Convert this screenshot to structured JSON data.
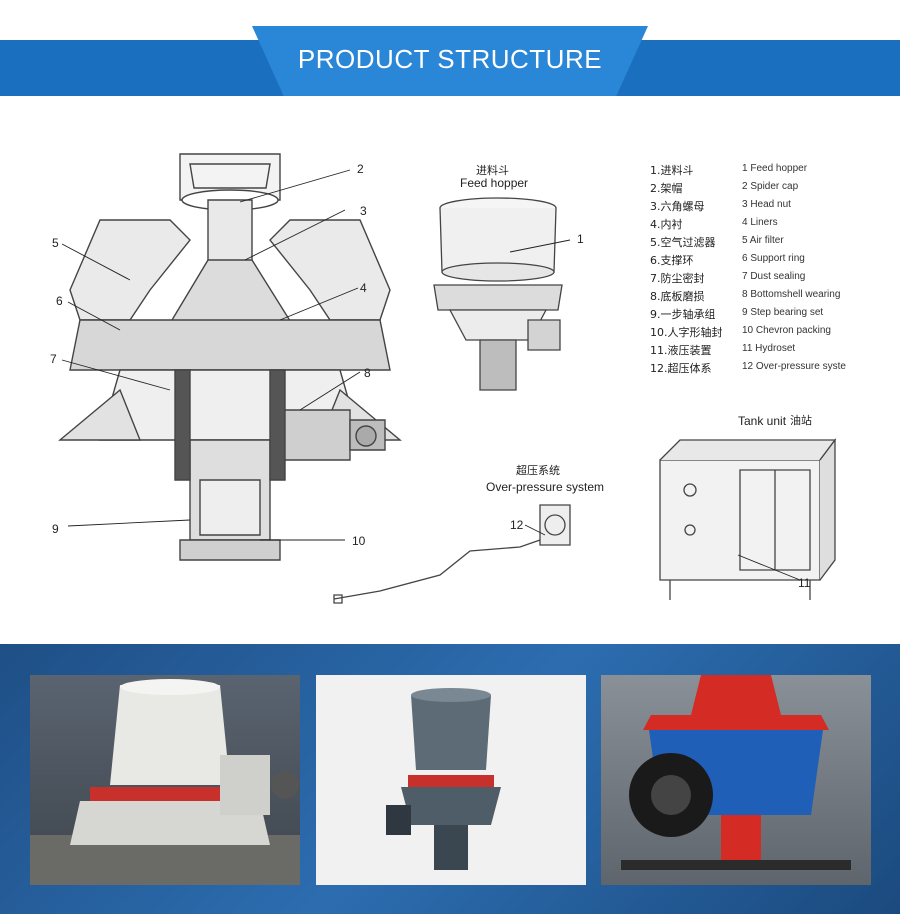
{
  "banner": {
    "title": "PRODUCT STRUCTURE"
  },
  "main_diagram": {
    "callouts": [
      "1",
      "2",
      "3",
      "4",
      "5",
      "6",
      "7",
      "8",
      "9",
      "10",
      "11",
      "12"
    ]
  },
  "feed_hopper": {
    "label_cn": "进料斗",
    "label_en": "Feed hopper"
  },
  "overpressure": {
    "label_cn": "超压系统",
    "label_en": "Over-pressure system"
  },
  "tank_unit": {
    "label_en": "Tank unit",
    "label_cn": "油站"
  },
  "parts": [
    {
      "cn": "1.进料斗",
      "en": "1    Feed hopper"
    },
    {
      "cn": "2.架帽",
      "en": "2    Spider cap"
    },
    {
      "cn": "3.六角螺母",
      "en": "3    Head nut"
    },
    {
      "cn": "4.内衬",
      "en": "4    Liners"
    },
    {
      "cn": "5.空气过滤器",
      "en": "5    Air filter"
    },
    {
      "cn": "6.支撑环",
      "en": "6    Support ring"
    },
    {
      "cn": "7.防尘密封",
      "en": "7    Dust sealing"
    },
    {
      "cn": "8.底板磨损",
      "en": "8    Bottomshell wearing"
    },
    {
      "cn": "9.一步轴承组",
      "en": "9    Step bearing set"
    },
    {
      "cn": "10.人字形轴封",
      "en": "10 Chevron packing"
    },
    {
      "cn": "11.液压装置",
      "en": "11 Hydroset"
    },
    {
      "cn": "12.超压体系",
      "en": "12 Over-pressure syste"
    }
  ],
  "colors": {
    "banner_dark": "#1a6fbf",
    "banner_light": "#2a86d6",
    "accent_red": "#c8302c",
    "crusher_blue": "#1f5fb8"
  }
}
